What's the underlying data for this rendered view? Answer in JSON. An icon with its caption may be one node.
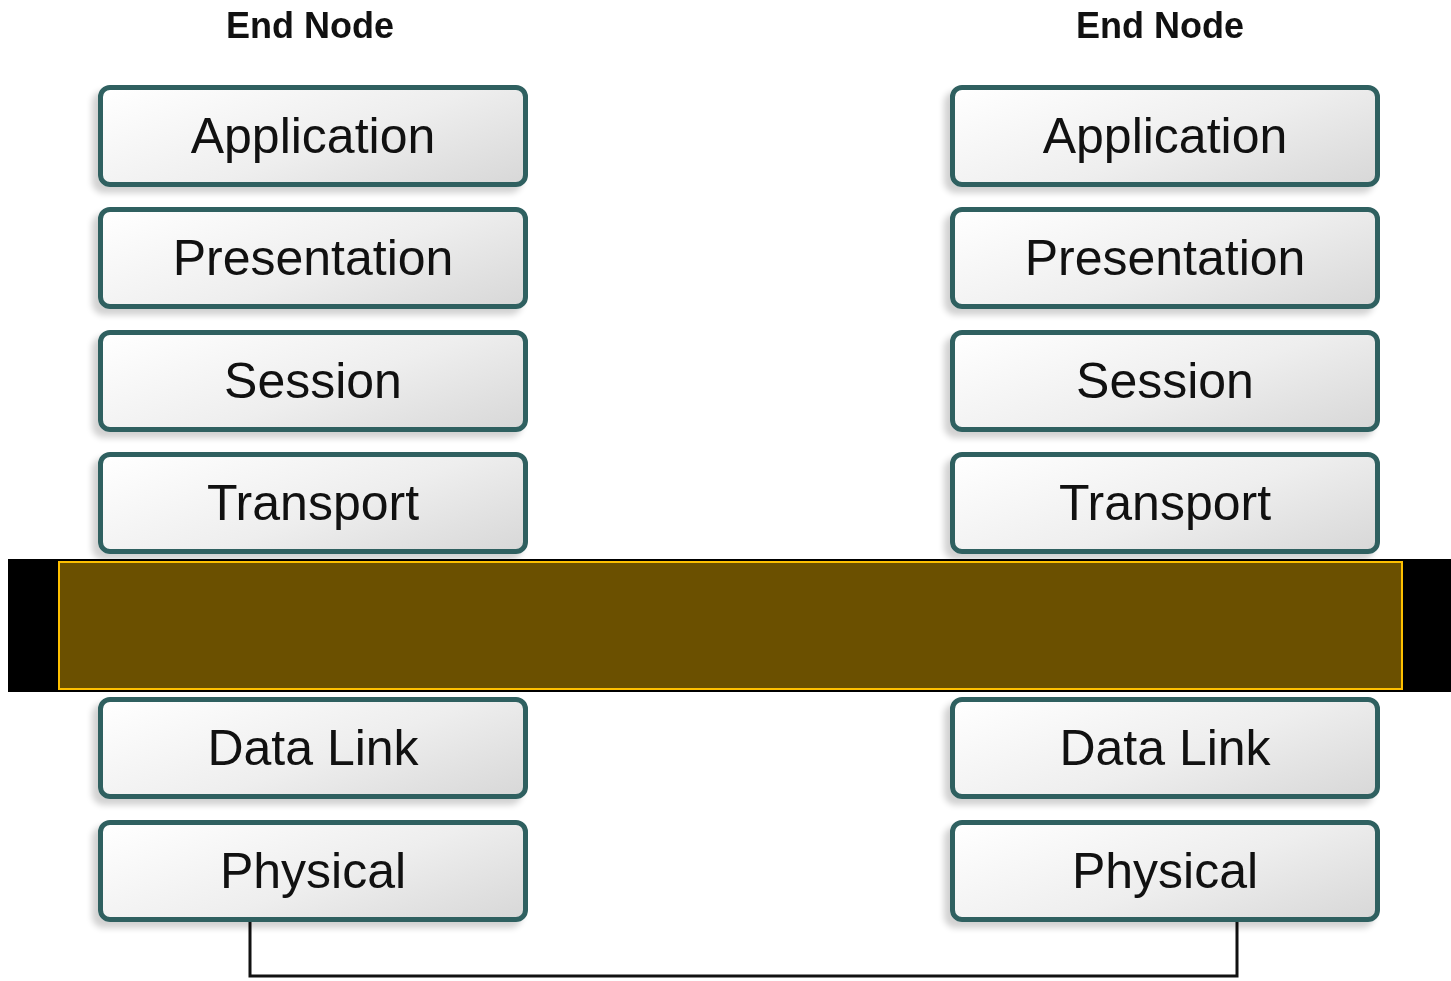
{
  "diagram": {
    "nodes": [
      {
        "text": [
          "Application"
        ]
      },
      {
        "text": [
          "Presentation"
        ]
      },
      {
        "text": [
          "Session"
        ]
      },
      {
        "text": [
          "Transport"
        ]
      },
      {
        "text": [
          "Data Link"
        ]
      },
      {
        "text": [
          "Physical"
        ]
      },
      {
        "text": [
          "Application"
        ]
      },
      {
        "text": [
          "Presentation"
        ]
      },
      {
        "text": [
          "Session"
        ]
      },
      {
        "text": [
          "Transport"
        ]
      },
      {
        "text": [
          "Data Link"
        ]
      },
      {
        "text": [
          "Physical"
        ]
      }
    ],
    "edges": [
      {
        "from": 5,
        "to": 11,
        "arrow": "none"
      }
    ],
    "labels": [
      "End Node",
      "End Node"
    ]
  }
}
